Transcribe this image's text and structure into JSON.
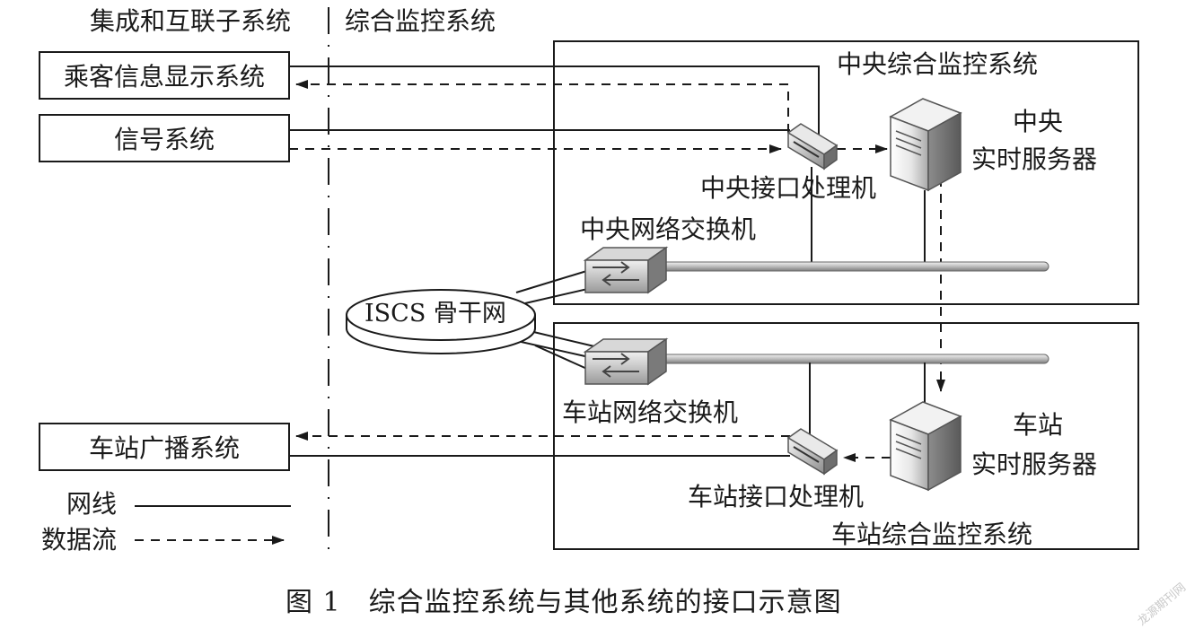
{
  "headers": {
    "left": "集成和互联子系统",
    "right": "综合监控系统"
  },
  "external_systems": [
    {
      "id": "pis",
      "label": "乘客信息显示系统"
    },
    {
      "id": "signal",
      "label": "信号系统"
    },
    {
      "id": "broadcast",
      "label": "车站广播系统"
    }
  ],
  "central": {
    "region_title": "中央综合监控系统",
    "server_label_line1": "中央",
    "server_label_line2": "实时服务器",
    "interface_label": "中央接口处理机",
    "switch_label": "中央网络交换机"
  },
  "station": {
    "region_title": "车站综合监控系统",
    "server_label_line1": "车站",
    "server_label_line2": "实时服务器",
    "interface_label": "车站接口处理机",
    "switch_label": "车站网络交换机"
  },
  "backbone_label": "ISCS 骨干网",
  "legend": {
    "network_line": "网线",
    "data_flow": "数据流"
  },
  "caption": "图 1　综合监控系统与其他系统的接口示意图",
  "watermark": "龙源期刊网"
}
